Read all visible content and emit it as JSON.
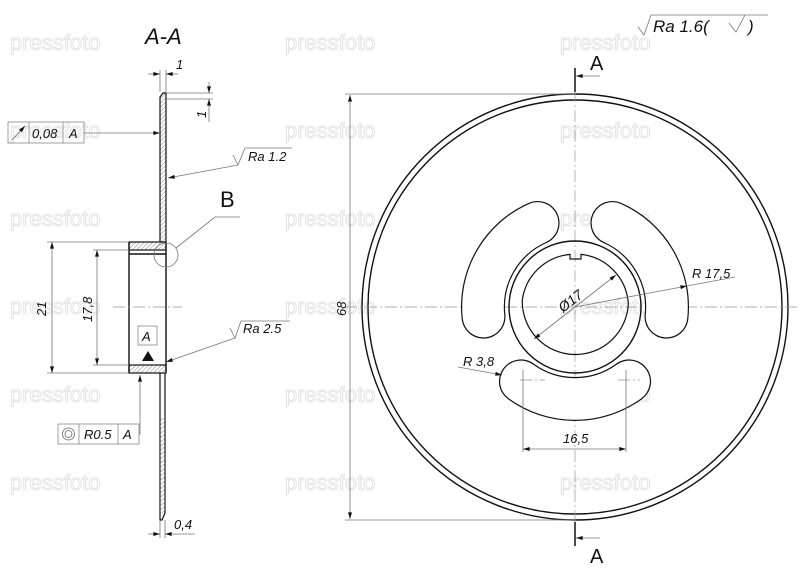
{
  "section_title": "A-A",
  "section_marker": "A",
  "detail_marker": "B",
  "datum_label": "A",
  "surface_finish": {
    "general": "Ra 1.6(",
    "general_close": ")",
    "plate_face": "Ra 1.2",
    "hub_bore": "Ra 2.5"
  },
  "tolerances": {
    "runout": {
      "symbol": "runout-icon",
      "value": "0,08",
      "datum": "A"
    },
    "concentricity": {
      "symbol": "concentricity-icon",
      "value": "R0.5",
      "datum": "A"
    }
  },
  "dimensions": {
    "chamfer_width": "1",
    "chamfer_height": "1",
    "hub_outer": "21",
    "hub_inner": "17,8",
    "plate_thickness": "0,4",
    "outer_diameter": "68",
    "bore_diameter": "Ø17",
    "slot_radius": "R 17,5",
    "slot_end_radius": "R 3,8",
    "slot_span": "16,5"
  },
  "watermark": "pressfoto",
  "colors": {
    "line": "#111111",
    "dim": "#777777",
    "hatch": "#999999"
  }
}
